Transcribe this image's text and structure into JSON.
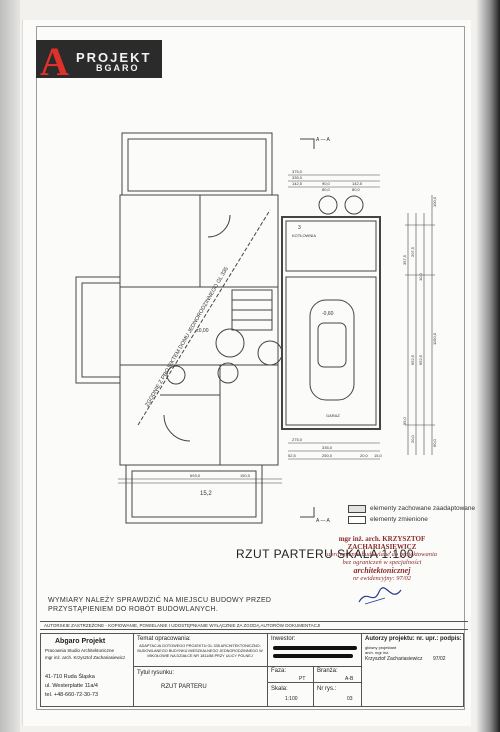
{
  "logo": {
    "letter": "A",
    "line1": "PROJEKT",
    "line2": "BGARO"
  },
  "plan": {
    "diagonal_note": "ZGODNIE Z PROJEKTEM DOMU JEDNORODZINNEGO GL 335",
    "section_mark": "A — A",
    "dims_top": [
      "375,0",
      "335,0",
      "142,5",
      "90,0",
      "142,5",
      "80,0",
      "80,0"
    ],
    "dims_bottom": [
      "275,0",
      "335,0",
      "52,5",
      "250,0",
      "20,0",
      "15,0",
      "693,0",
      "150,0"
    ],
    "dims_right": [
      "100,0",
      "357,5",
      "207,5",
      "10,0",
      "652,5",
      "652,5",
      "1150,0",
      "95,0",
      "20,0",
      "60,0"
    ],
    "level_1": "±0,00",
    "level_2": "-0,60",
    "dim_bottom_small": "15,2",
    "room_labels": [
      "3",
      "GARAŻ",
      "KOTŁOWNIA"
    ]
  },
  "legend": {
    "item1": "elementy zachowane zaadaptowane",
    "item2": "elementy zmienione"
  },
  "drawing_title": "RZUT PARTERU SKALA 1:100",
  "stamp": {
    "line1": "mgr inż. arch. KRZYSZTOF ZACHARIASIEWICZ",
    "line2": "uprawnienia budowlane do projektowania",
    "line3": "bez ograniczeń w specjalności",
    "line4": "architektonicznej",
    "line5": "nr ewidencyjny: 97/02"
  },
  "note": "WYMIARY NALEŻY SPRAWDZIĆ NA MIEJSCU BUDOWY PRZED PRZYSTĄPIENIEM DO ROBÓT BUDOWLANYCH.",
  "copyright": "AUTORSKIE ZASTRZEŻONE - KOPIOWANIE, POWIELANIE I UDOSTĘPNIANIE WYŁĄCZNIE ZA ZGODĄ AUTORÓW DOKUMENTACJI",
  "titleblock": {
    "company": "Abgaro Projekt",
    "company_sub": "Pracownia Studio Architektoniczne",
    "company_person": "mgr inż. arch. Krzysztof Zachariasiewicz",
    "address1": "41-710 Ruda Śląska",
    "address2": "ul. Westerplatte 11a/4",
    "phone": "tel. +48-660-72-30-73",
    "temat_label": "Temat opracowania:",
    "temat_value": "ADAPTACJA GOTOWEGO PROJEKTU GL 335 ARCHITEKTONICZNO-BUDOWLANEGO BUDYNKU MIESZKALNEGO JEDNORODZINNEGO W MIKOŁOWIE NA DZIAŁCE NR 1811/88 PRZY ULICY POLNEJ",
    "inwestor_label": "Inwestor:",
    "tytul_label": "Tytuł rysunku:",
    "tytul_value": "RZUT PARTERU",
    "faza_label": "Faza:",
    "faza_value": "PT",
    "branza_label": "Branża:",
    "branza_value": "A-B",
    "skala_label": "Skala:",
    "skala_value": "1:100",
    "nrrys_label": "Nr rys.:",
    "nrrys_value": "03",
    "autor_label": "Autorzy projektu: nr. upr.: podpis:",
    "autor_role": "główny projektant",
    "autor_title": "arch. mgr inż.",
    "autor_name": "Krzysztof Zachariasiewicz",
    "autor_nr": "97/02"
  }
}
